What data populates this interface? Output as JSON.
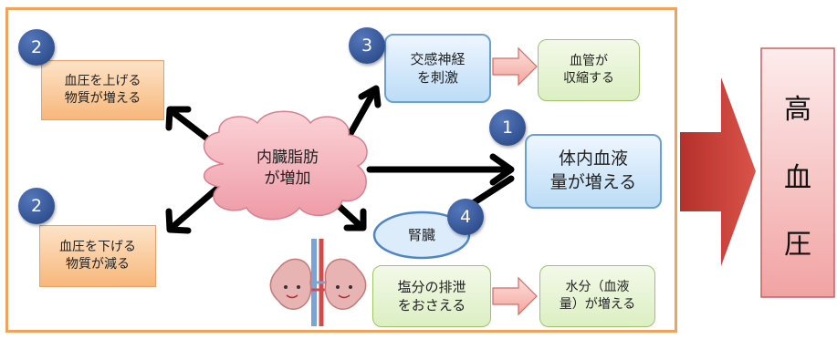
{
  "badges": {
    "b1": "2",
    "b2": "3",
    "b3": "1",
    "b4": "2",
    "b5": "4"
  },
  "boxes": {
    "raise": "血圧を上げる\n物質が増える",
    "lower": "血圧を下げる\n物質が減る",
    "sympathetic": "交感神経\nを刺激",
    "vessel": "血管が\n収縮する",
    "blood_volume": "体内血液\n量が増える",
    "salt": "塩分の排泄\nをおさえる",
    "water": "水分（血液\n量）が増える",
    "kidney": "腎臓",
    "center": "内臓脂肪\nが増加"
  },
  "result": {
    "c1": "高",
    "c2": "血",
    "c3": "圧"
  },
  "colors": {
    "frame": "#f0a35a",
    "badge": "#2b4a8c",
    "arrow_red": "#c0392b"
  }
}
